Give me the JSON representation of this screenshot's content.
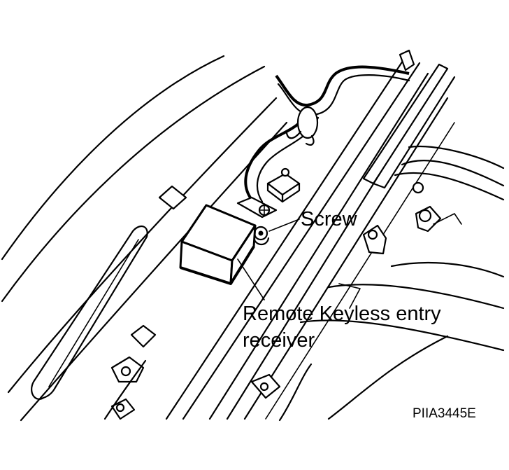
{
  "labels": {
    "screw": "Screw",
    "receiver_line1": "Remote Keyless entry",
    "receiver_line2": "receiver"
  },
  "figure_code": "PIIA3445E"
}
